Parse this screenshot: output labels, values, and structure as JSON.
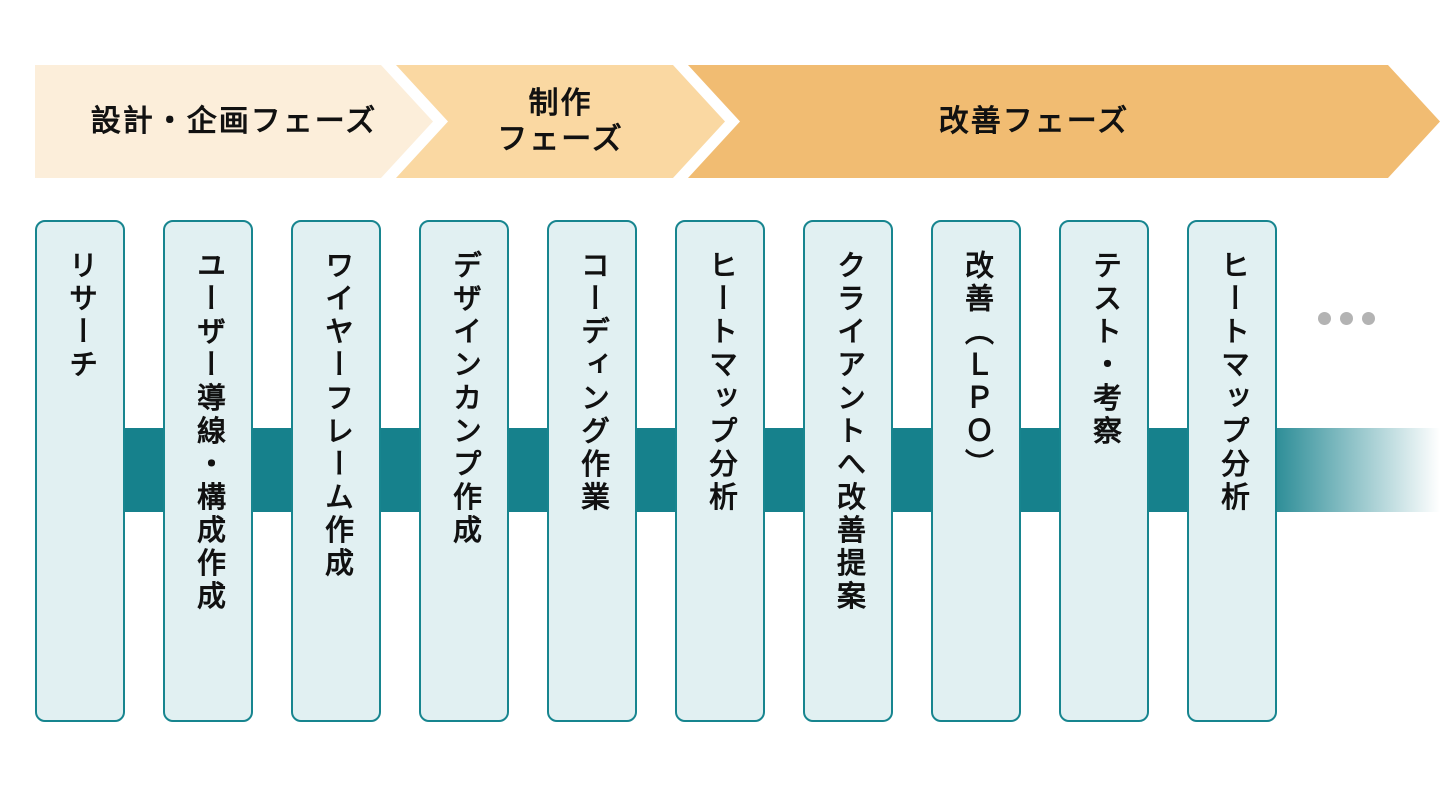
{
  "phases": [
    {
      "label": "設計・企画フェーズ"
    },
    {
      "label": "制作\nフェーズ"
    },
    {
      "label": "改善フェーズ"
    }
  ],
  "steps": [
    "リサーチ",
    "ユーザー導線・構成作成",
    "ワイヤーフレーム作成",
    "デザインカンプ作成",
    "コーディング作業",
    "ヒートマップ分析",
    "クライアントへ改善提案",
    "改善（ＬＰＯ）",
    "テスト・考察",
    "ヒートマップ分析"
  ],
  "colors": {
    "phase1-bg": "#FCEEDA",
    "phase2-bg": "#FAD8A2",
    "phase3-bg": "#F1BC72",
    "band": "#16818C",
    "card-bg": "#E1F0F2",
    "card-border": "#17858F",
    "text": "#111111",
    "dots": "#B3B3B3"
  }
}
